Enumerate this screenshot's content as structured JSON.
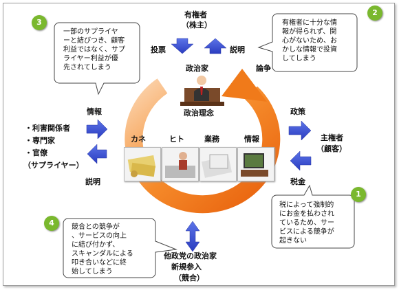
{
  "top": {
    "title": "有権者",
    "subtitle": "（株主）",
    "vote": "投票",
    "explain": "説明",
    "politician": "政治家",
    "debate": "論争"
  },
  "center": {
    "philosophy": "政治理念"
  },
  "resources": [
    {
      "label": "カネ"
    },
    {
      "label": "ヒト"
    },
    {
      "label": "業務"
    },
    {
      "label": "情報"
    }
  ],
  "left": {
    "info": "情報",
    "items": [
      "・利害関係者",
      "・専門家",
      "・官僚",
      "（サプライヤー）"
    ],
    "explain": "説明"
  },
  "right": {
    "policy": "政策",
    "title": "主権者",
    "subtitle": "（顧客）",
    "tax": "税金"
  },
  "bottom": {
    "line1": "他政党の政治家",
    "line2": "新規参入",
    "line3": "（競合）"
  },
  "notes": [
    {
      "num": "1",
      "text": "税によって強制的\nにお金を払わされ\nているため、サー\nビスによる競争が\n起きない",
      "color": "#7ab82e"
    },
    {
      "num": "2",
      "text": "有権者に十分な情\n報が得られず、関\n心がないため、お\nかしな情報で投資\nしてしまう",
      "color": "#7ab82e"
    },
    {
      "num": "3",
      "text": "一部のサプライヤ\nーと結びつき、顧客\n利益ではなく、サプ\nライヤー利益が優\n先されてしまう",
      "color": "#7ab82e"
    },
    {
      "num": "4",
      "text": "競合との競争が\n、サービスの向上\nに結び付かず、\nスキャンダルによる\n叩き合いなどに終\n始してしまう",
      "color": "#7ab82e"
    }
  ],
  "colors": {
    "arrow_blue": "#3a4ed0",
    "cycle_orange": "#f07a1a",
    "badge_green": "#7ab82e"
  }
}
